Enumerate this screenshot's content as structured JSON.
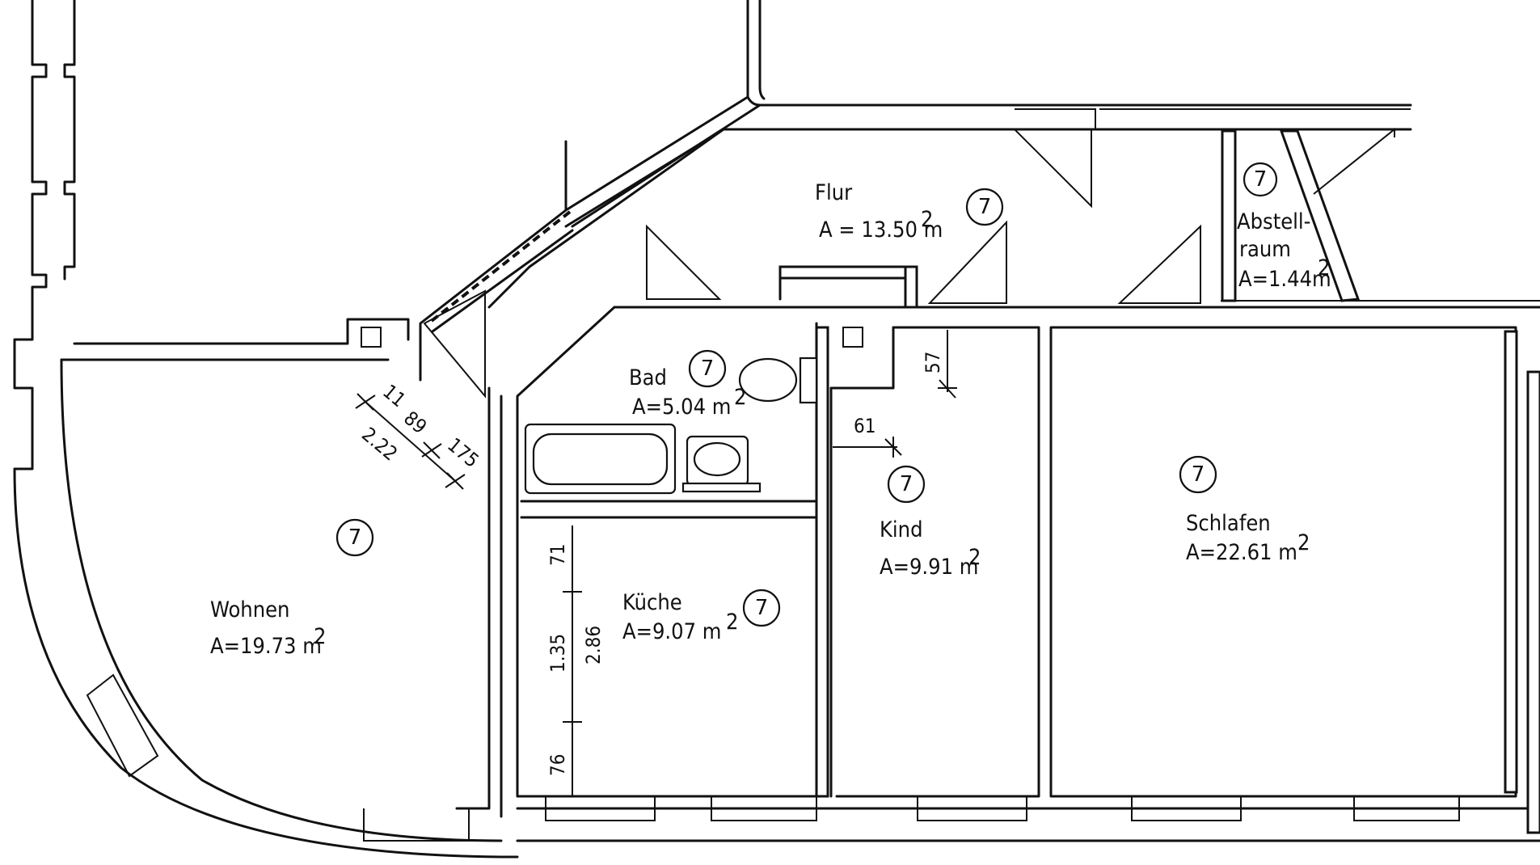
{
  "rooms": [
    {
      "id": "flur",
      "name": "Flur",
      "area": "A = 13.50 m",
      "sup": "2",
      "marker": "7"
    },
    {
      "id": "abstell",
      "name": "Abstell-",
      "name2": "raum",
      "area": "A=1.44m",
      "sup": "2",
      "marker": "7"
    },
    {
      "id": "bad",
      "name": "Bad",
      "area": "A=5.04 m",
      "sup": "2",
      "marker": "7"
    },
    {
      "id": "wohnen",
      "name": "Wohnen",
      "area": "A=19.73 m",
      "sup": "2",
      "marker": "7"
    },
    {
      "id": "kueche",
      "name": "Küche",
      "area": "A=9.07 m",
      "sup": "2",
      "marker": "7"
    },
    {
      "id": "kind",
      "name": "Kind",
      "area": "A=9.91 m",
      "sup": "2",
      "marker": "7"
    },
    {
      "id": "schlafen",
      "name": "Schlafen",
      "area": "A=22.61 m",
      "sup": "2",
      "marker": "7"
    }
  ],
  "dimensions": {
    "wohnen_11": "11",
    "wohnen_89": "89",
    "wohnen_175": "175",
    "wohnen_222": "2.22",
    "kueche_71": "71",
    "kueche_135": "1.35",
    "kueche_286": "2.86",
    "kueche_76": "76",
    "kind_57": "57",
    "kind_61": "61"
  }
}
